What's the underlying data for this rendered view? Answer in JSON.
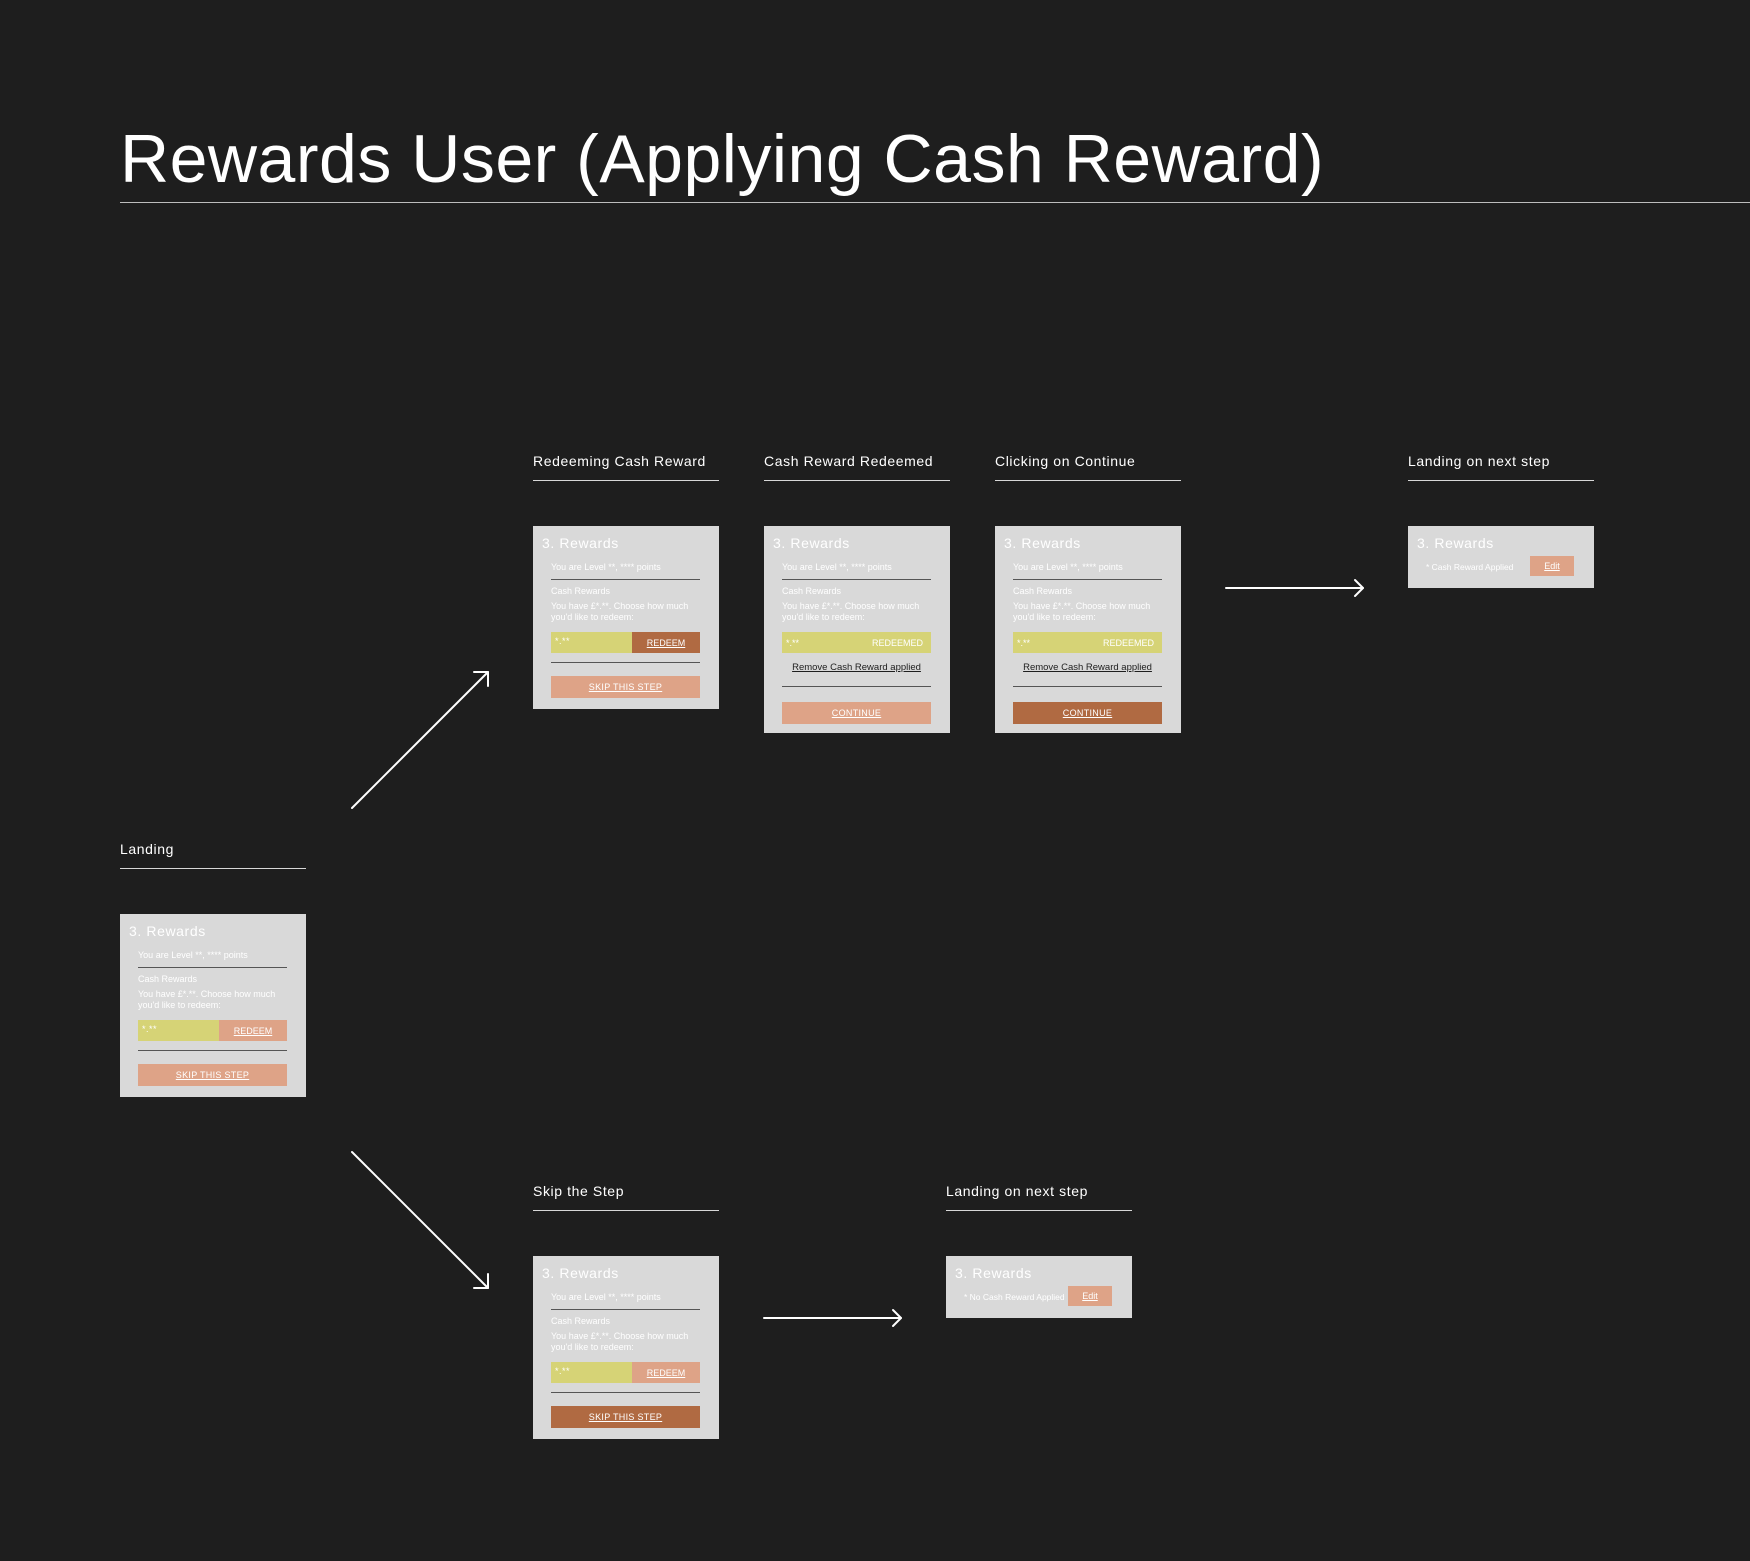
{
  "title": "Rewards User (Applying Cash Reward)",
  "steps": {
    "landing": {
      "label": "Landing",
      "heading": "3. Rewards",
      "level": "You are  Level **, **** points",
      "cash_title": "Cash Rewards",
      "cash_desc": "You have £*.**. Choose how much you'd like to redeem:",
      "amount": "*.**",
      "redeem": "REDEEM",
      "skip": "SKIP THIS STEP"
    },
    "redeeming": {
      "label": "Redeeming Cash Reward",
      "heading": "3. Rewards",
      "level": "You are  Level **, **** points",
      "cash_title": "Cash Rewards",
      "cash_desc": "You have £*.**. Choose how much you'd like to redeem:",
      "amount": "*.**",
      "redeem": "REDEEM",
      "skip": "SKIP THIS STEP"
    },
    "redeemed": {
      "label": "Cash Reward Redeemed",
      "heading": "3. Rewards",
      "level": "You are  Level **, **** points",
      "cash_title": "Cash Rewards",
      "cash_desc": "You have £*.**. Choose how much you'd like to redeem:",
      "amount": "*.**",
      "redeemed": "REDEEMED",
      "remove": "Remove Cash Reward applied",
      "continue": "CONTINUE"
    },
    "clicking_continue": {
      "label": "Clicking on Continue",
      "heading": "3. Rewards",
      "level": "You are  Level **, **** points",
      "cash_title": "Cash Rewards",
      "cash_desc": "You have £*.**. Choose how much you'd like to redeem:",
      "amount": "*.**",
      "redeemed": "REDEEMED",
      "remove": "Remove Cash Reward applied",
      "continue": "CONTINUE"
    },
    "next_applied": {
      "label": "Landing on next step",
      "heading": "3. Rewards",
      "summary": "* Cash Reward Applied",
      "edit": "Edit"
    },
    "skip": {
      "label": "Skip the Step",
      "heading": "3. Rewards",
      "level": "You are  Level **, **** points",
      "cash_title": "Cash Rewards",
      "cash_desc": "You have £*.**. Choose how much you'd like to redeem:",
      "amount": "*.**",
      "redeem": "REDEEM",
      "skip": "SKIP THIS STEP"
    },
    "next_none": {
      "label": "Landing on next step",
      "heading": "3. Rewards",
      "summary": "* No Cash Reward Applied",
      "edit": "Edit"
    }
  },
  "colors": {
    "background": "#1e1e1e",
    "card": "#d9d9d9",
    "input": "#d6d376",
    "button_dark": "#b06a42",
    "button_light": "#dea387"
  }
}
